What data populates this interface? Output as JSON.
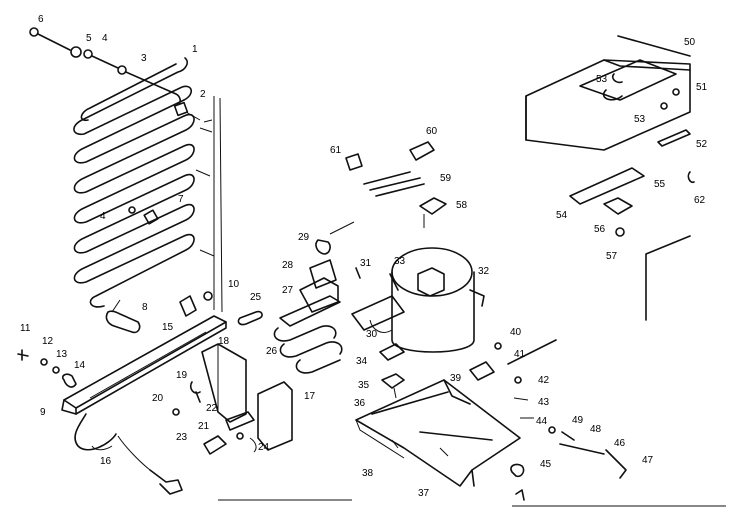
{
  "callouts": [
    {
      "id": "6",
      "text": "6"
    },
    {
      "id": "5",
      "text": "5"
    },
    {
      "id": "4a",
      "text": "4"
    },
    {
      "id": "3",
      "text": "3"
    },
    {
      "id": "1",
      "text": "1"
    },
    {
      "id": "2",
      "text": "2"
    },
    {
      "id": "4b",
      "text": "4"
    },
    {
      "id": "7",
      "text": "7"
    },
    {
      "id": "8",
      "text": "8"
    },
    {
      "id": "10",
      "text": "10"
    },
    {
      "id": "15",
      "text": "15"
    },
    {
      "id": "11",
      "text": "11"
    },
    {
      "id": "12",
      "text": "12"
    },
    {
      "id": "13",
      "text": "13"
    },
    {
      "id": "14",
      "text": "14"
    },
    {
      "id": "9",
      "text": "9"
    },
    {
      "id": "16",
      "text": "16"
    },
    {
      "id": "18",
      "text": "18"
    },
    {
      "id": "19",
      "text": "19"
    },
    {
      "id": "20",
      "text": "20"
    },
    {
      "id": "22",
      "text": "22"
    },
    {
      "id": "17",
      "text": "17"
    },
    {
      "id": "21",
      "text": "21"
    },
    {
      "id": "23",
      "text": "23"
    },
    {
      "id": "24",
      "text": "24"
    },
    {
      "id": "25",
      "text": "25"
    },
    {
      "id": "26",
      "text": "26"
    },
    {
      "id": "27",
      "text": "27"
    },
    {
      "id": "28",
      "text": "28"
    },
    {
      "id": "29",
      "text": "29"
    },
    {
      "id": "30",
      "text": "30"
    },
    {
      "id": "31",
      "text": "31"
    },
    {
      "id": "32",
      "text": "32"
    },
    {
      "id": "33",
      "text": "33"
    },
    {
      "id": "34",
      "text": "34"
    },
    {
      "id": "35",
      "text": "35"
    },
    {
      "id": "36",
      "text": "36"
    },
    {
      "id": "37",
      "text": "37"
    },
    {
      "id": "38",
      "text": "38"
    },
    {
      "id": "39",
      "text": "39"
    },
    {
      "id": "40",
      "text": "40"
    },
    {
      "id": "41",
      "text": "41"
    },
    {
      "id": "42",
      "text": "42"
    },
    {
      "id": "43",
      "text": "43"
    },
    {
      "id": "44",
      "text": "44"
    },
    {
      "id": "45",
      "text": "45"
    },
    {
      "id": "46",
      "text": "46"
    },
    {
      "id": "47",
      "text": "47"
    },
    {
      "id": "48",
      "text": "48"
    },
    {
      "id": "49",
      "text": "49"
    },
    {
      "id": "50",
      "text": "50"
    },
    {
      "id": "51",
      "text": "51"
    },
    {
      "id": "52",
      "text": "52"
    },
    {
      "id": "53a",
      "text": "53"
    },
    {
      "id": "53b",
      "text": "53"
    },
    {
      "id": "54",
      "text": "54"
    },
    {
      "id": "55",
      "text": "55"
    },
    {
      "id": "56",
      "text": "56"
    },
    {
      "id": "57",
      "text": "57"
    },
    {
      "id": "58",
      "text": "58"
    },
    {
      "id": "59",
      "text": "59"
    },
    {
      "id": "60",
      "text": "60"
    },
    {
      "id": "61",
      "text": "61"
    },
    {
      "id": "62",
      "text": "62"
    }
  ],
  "colors": {
    "ink": "#111111",
    "paper": "#ffffff"
  }
}
